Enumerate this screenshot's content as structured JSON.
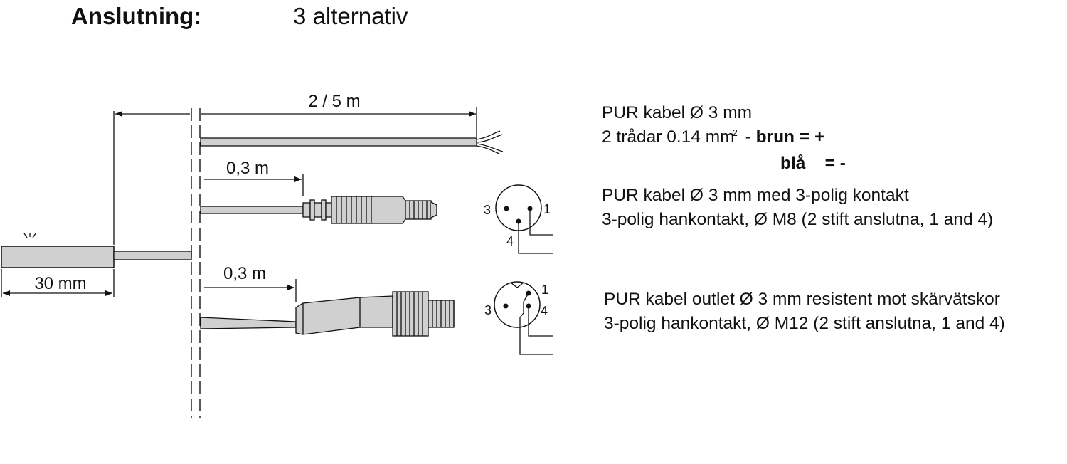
{
  "header": {
    "label": "Anslutning:",
    "value": "3 alternativ"
  },
  "dimensions": {
    "sensor_length": "30 mm",
    "cable_length": "2 / 5 m",
    "pigtail_m8": "0,3 m",
    "pigtail_m12": "0,3 m"
  },
  "pins": {
    "m8": {
      "p1": "1",
      "p3": "3",
      "p4": "4"
    },
    "m12": {
      "p1": "1",
      "p3": "3",
      "p4": "4"
    }
  },
  "options": [
    {
      "line1": "PUR kabel Ø 3 mm",
      "line2_prefix": "2 trådar 0.14 mm",
      "line2_sup": "2",
      "line2_dash": "-",
      "brown_label": "brun",
      "brown_sign": "= +",
      "blue_label": "blå",
      "blue_sign": "= -"
    },
    {
      "line1": "PUR kabel Ø 3 mm med 3-polig kontakt",
      "line2": "3-polig hankontakt, Ø M8 (2 stift anslutna, 1 and 4)"
    },
    {
      "line1": "PUR kabel outlet Ø 3 mm resistent mot skärvätskor",
      "line2": "3-polig hankontakt, Ø M12 (2 stift anslutna, 1 and 4)"
    }
  ],
  "colors": {
    "cable_fill": "#d0d0d0",
    "line": "#111111"
  }
}
